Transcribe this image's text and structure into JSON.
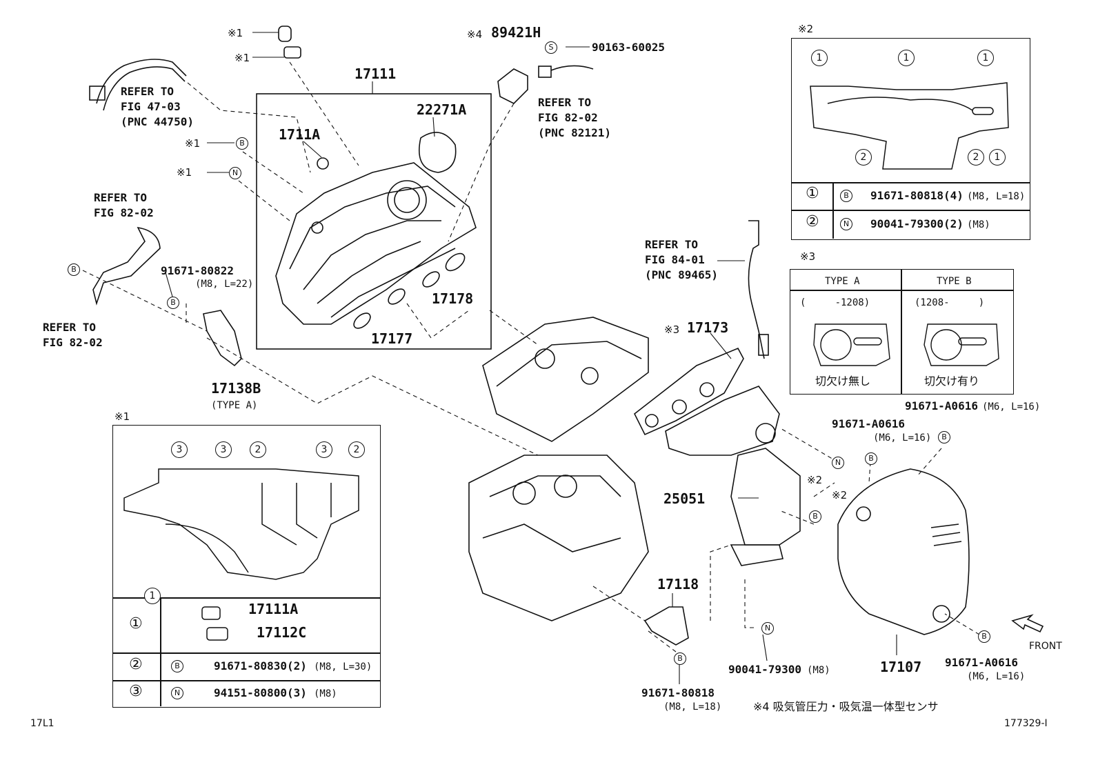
{
  "page": {
    "code_left": "17L1",
    "code_right": "177329-I",
    "front_label": "FRONT",
    "footnote": "※4 吸気管圧力・吸気温一体型センサ"
  },
  "parts": {
    "p17111": "17111",
    "p22271A": "22271A",
    "p1711A": "1711A",
    "p17178": "17178",
    "p17177": "17177",
    "p89421H": "89421H",
    "p89421H_mark": "※4",
    "p90163": "90163-60025",
    "p17138B": "17138B",
    "p17138B_type": "(TYPE A)",
    "p91671_80822": "91671-80822",
    "p91671_80822_spec": "(M8, L=22)",
    "p17173": "17173",
    "p17173_mark": "※3",
    "p25051": "25051",
    "p17118": "17118",
    "p91671_80818": "91671-80818",
    "p91671_80818_spec": "(M8, L=18)",
    "p90041": "90041-79300",
    "p90041_spec": "(M8)",
    "p17107": "17107",
    "p91671_A0616_a": "91671-A0616",
    "p91671_A0616_a_spec": "(M6, L=16)",
    "p91671_A0616_b": "91671-A0616",
    "p91671_A0616_b_spec": "(M6, L=16)",
    "p91671_A0616_c": "91671-A0616",
    "p91671_A0616_c_spec": "(M6, L=16)"
  },
  "marks": {
    "x1": "※1",
    "x2": "※2",
    "b": "B",
    "n": "N",
    "s": "S"
  },
  "refers": {
    "r1": [
      "REFER TO",
      "FIG 47-03",
      "(PNC 44750)"
    ],
    "r2": [
      "REFER TO",
      "FIG 82-02",
      "(PNC 82121)"
    ],
    "r3": [
      "REFER TO",
      "FIG 82-02"
    ],
    "r4": [
      "REFER TO",
      "FIG 82-02"
    ],
    "r5": [
      "REFER TO",
      "FIG 84-01",
      "(PNC 89465)"
    ]
  },
  "box1": {
    "title": "※1",
    "rows": [
      {
        "num": "①",
        "lines": [
          "17111A",
          "17112C"
        ]
      },
      {
        "num": "②",
        "mark": "B",
        "part": "91671-80830(2)",
        "spec": "(M8, L=30)"
      },
      {
        "num": "③",
        "mark": "N",
        "part": "94151-80800(3)",
        "spec": "(M8)"
      }
    ],
    "callouts": [
      "3",
      "3",
      "2",
      "3",
      "2",
      "1"
    ]
  },
  "box2": {
    "title": "※2",
    "rows": [
      {
        "num": "①",
        "mark": "B",
        "part": "91671-80818(4)",
        "spec": "(M8, L=18)"
      },
      {
        "num": "②",
        "mark": "N",
        "part": "90041-79300(2)",
        "spec": "(M8)"
      }
    ],
    "callouts": [
      "1",
      "1",
      "1",
      "2",
      "2",
      "1"
    ]
  },
  "box3": {
    "title": "※3",
    "col_a": "TYPE A",
    "col_b": "TYPE B",
    "range_a": "(     -1208)",
    "range_b": "(1208-     )",
    "note_a": "切欠け無し",
    "note_b": "切欠け有り"
  }
}
